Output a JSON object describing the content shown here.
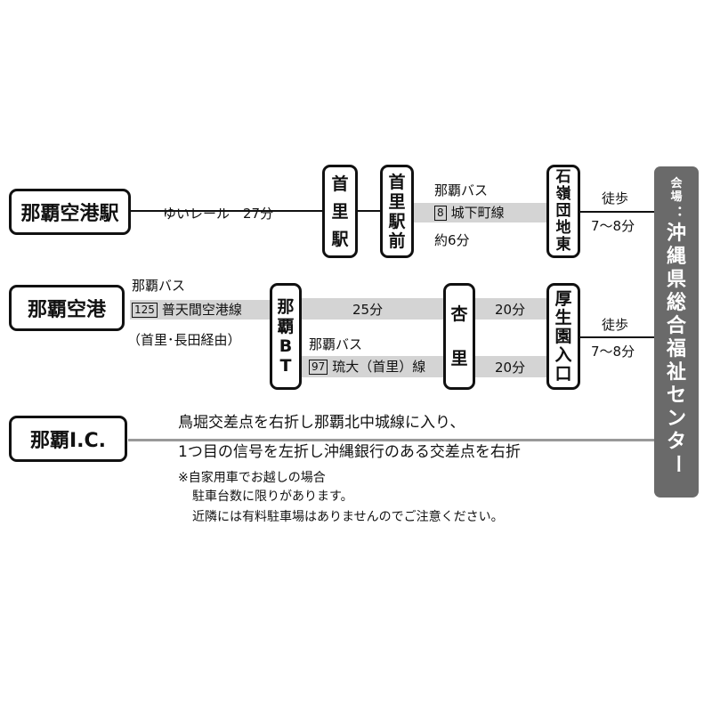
{
  "origins": {
    "naha_airport_station": "那覇空港駅",
    "naha_airport": "那覇空港",
    "naha_ic": "那覇I.C."
  },
  "stations": {
    "shuri": [
      "首",
      "里",
      "駅"
    ],
    "shuri_ekimae": [
      "首",
      "里",
      "駅",
      "前"
    ],
    "ishimine_danchi_higashi": [
      "石",
      "嶺",
      "団",
      "地",
      "東"
    ],
    "naha_bt": [
      "那",
      "覇",
      "B",
      "T"
    ],
    "kyozato": [
      "杏",
      "里"
    ],
    "kouseien_iriguchi": [
      "厚",
      "生",
      "園",
      "入",
      "口"
    ]
  },
  "route1": {
    "monorail": "ゆいレール　27分",
    "bus_label": "那覇バス",
    "bus_route_num": "8",
    "bus_route_name": "城下町線",
    "bus_time": "約6分",
    "walk_label": "徒歩",
    "walk_time": "7〜8分"
  },
  "route2": {
    "bus_label": "那覇バス",
    "bus_route_num": "125",
    "bus_route_name": "普天間空港線",
    "via": "（首里･長田経由）",
    "time_bt_kyozato": "25分",
    "time_kyozato_kouseien_1": "20分",
    "bus2_label": "那覇バス",
    "bus2_route_num": "97",
    "bus2_route_name": "琉大（首里）線",
    "time_kyozato_kouseien_2": "20分",
    "walk_label": "徒歩",
    "walk_time": "7〜8分"
  },
  "route3": {
    "line1": "鳥堀交差点を右折し那覇北中城線に入り、",
    "line2": "1つ目の信号を左折し沖縄銀行のある交差点を右折"
  },
  "venue": {
    "label": [
      "会",
      "場"
    ],
    "colon": "：",
    "name": [
      "沖",
      "縄",
      "県",
      "総",
      "合",
      "福",
      "祉",
      "セ",
      "ン",
      "タ",
      "ー"
    ]
  },
  "notes": {
    "line1": "※自家用車でお越しの場合",
    "line2": "駐車台数に限りがあります。",
    "line3": "近隣には有料駐車場はありませんのでご注意ください。"
  }
}
